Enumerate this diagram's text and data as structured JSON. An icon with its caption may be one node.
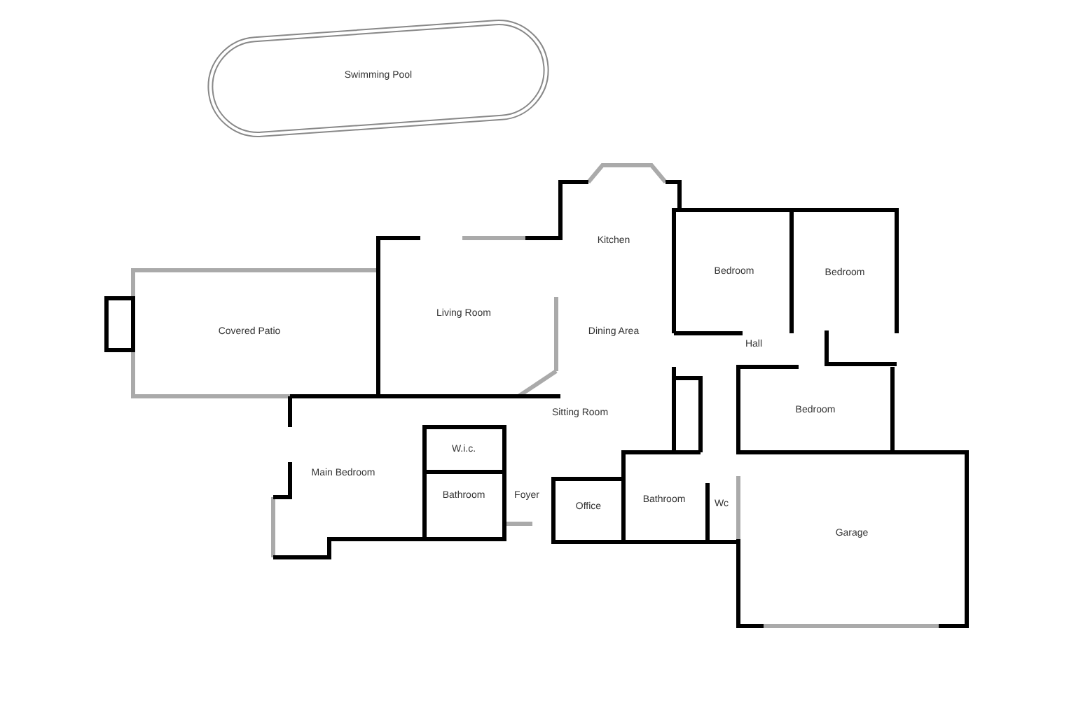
{
  "diagram": {
    "labels": [
      "Swimming Pool",
      "Kitchen",
      "Bedroom",
      "Bedroom",
      "Living Room",
      "Covered Patio",
      "Dining Area",
      "Hall",
      "Bedroom",
      "Sitting Room",
      "W.i.c.",
      "Main Bedroom",
      "Bathroom",
      "Foyer",
      "Bathroom",
      "Wc",
      "Office",
      "Garage"
    ]
  }
}
